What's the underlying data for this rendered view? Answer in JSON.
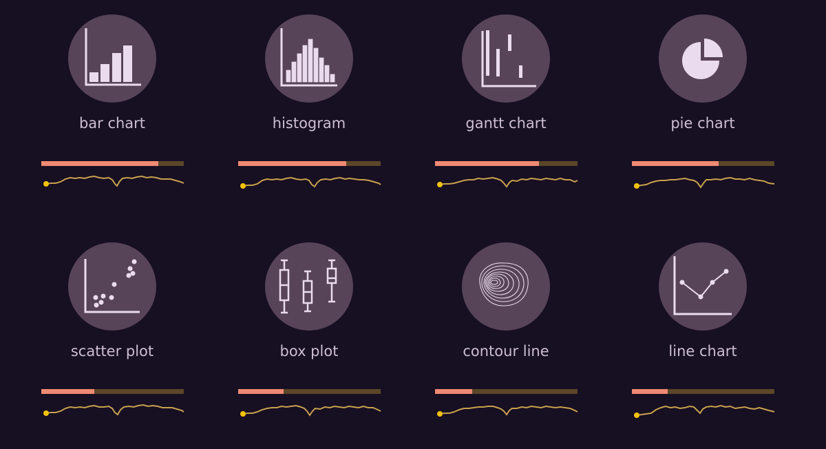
{
  "accent_colors": {
    "background": "#170f22",
    "icon_circle": "#574458",
    "icon_stroke": "#eadcee",
    "label_text": "#cdbfd2",
    "progress_fill": "#f08a74",
    "progress_track": "#5b4628",
    "sparkline": "#c9a24d",
    "sparkline_dot": "#f2c20d"
  },
  "cards": [
    {
      "label": "bar chart",
      "icon": "bar-chart-icon",
      "progress": 0.82
    },
    {
      "label": "histogram",
      "icon": "histogram-icon",
      "progress": 0.76
    },
    {
      "label": "gantt chart",
      "icon": "gantt-chart-icon",
      "progress": 0.73
    },
    {
      "label": "pie chart",
      "icon": "pie-chart-icon",
      "progress": 0.61
    },
    {
      "label": "scatter plot",
      "icon": "scatter-plot-icon",
      "progress": 0.37
    },
    {
      "label": "box plot",
      "icon": "box-plot-icon",
      "progress": 0.32
    },
    {
      "label": "contour line",
      "icon": "contour-line-icon",
      "progress": 0.26
    },
    {
      "label": "line chart",
      "icon": "line-chart-icon",
      "progress": 0.25
    }
  ]
}
